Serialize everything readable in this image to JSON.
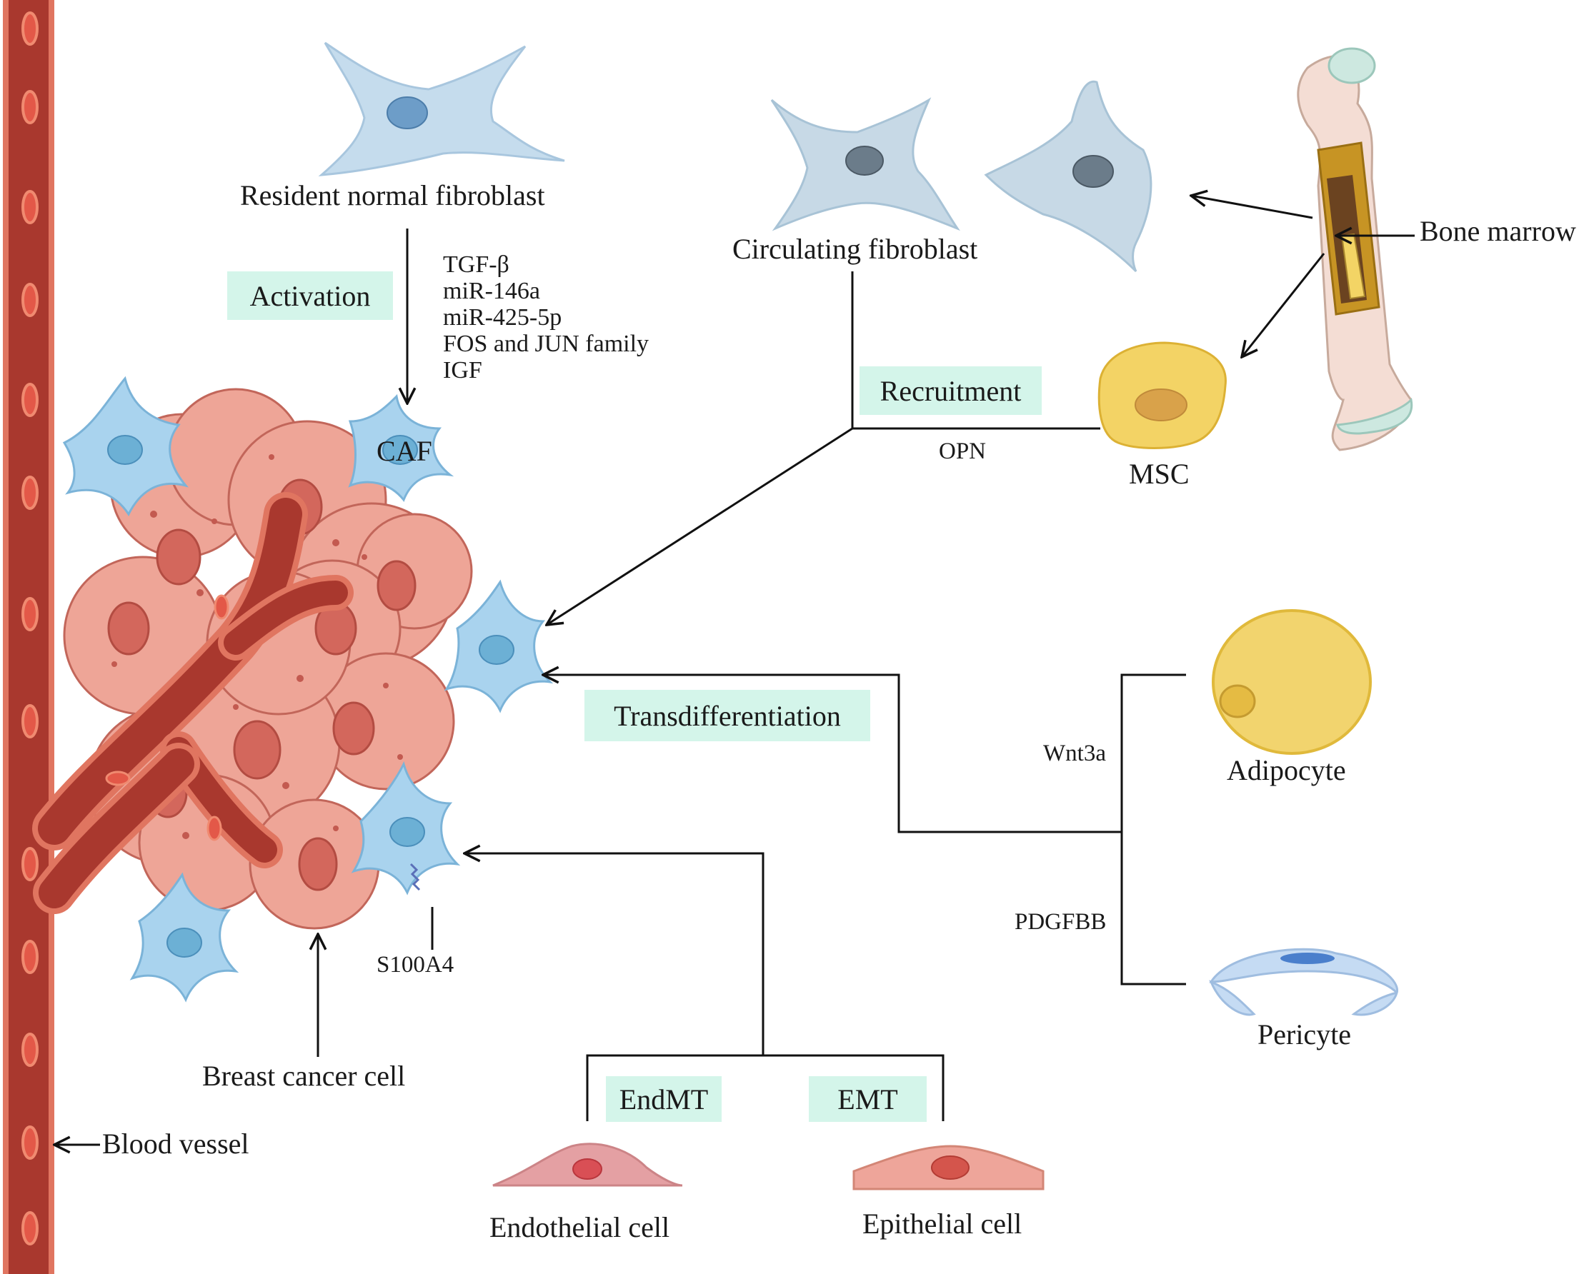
{
  "labels": {
    "resident_fibroblast": "Resident normal fibroblast",
    "circulating_fibroblast": "Circulating fibroblast",
    "bone_marrow": "Bone marrow",
    "caf": "CAF",
    "msc": "MSC",
    "opn": "OPN",
    "adipocyte": "Adipocyte",
    "wnt3a": "Wnt3a",
    "pdgfbb": "PDGFBB",
    "pericyte": "Pericyte",
    "s100a4": "S100A4",
    "breast_cancer_cell": "Breast cancer cell",
    "blood_vessel": "Blood vessel",
    "endothelial_cell": "Endothelial cell",
    "epithelial_cell": "Epithelial cell"
  },
  "processes": {
    "activation": "Activation",
    "recruitment": "Recruitment",
    "transdifferentiation": "Transdifferentiation",
    "endmt": "EndMT",
    "emt": "EMT"
  },
  "activation_factors": [
    "TGF-β",
    "miR-146a",
    "miR-425-5p",
    "FOS and JUN family",
    "IGF"
  ],
  "colors": {
    "process_box": "#d4f5ea",
    "fibroblast": "#c5dced",
    "caf": "#a9d3ee",
    "tumor": "#e8a091",
    "vessel": "#a33a30",
    "fat": "#f2d46e"
  }
}
